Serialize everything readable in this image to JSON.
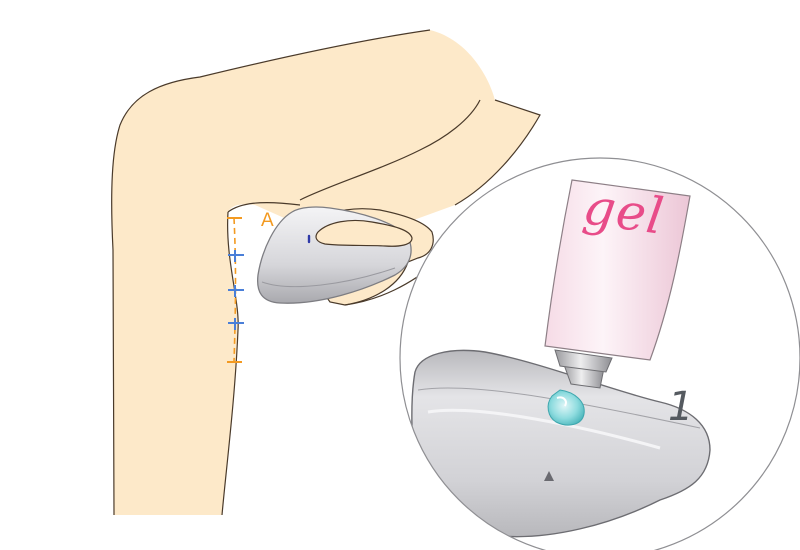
{
  "labels": {
    "marker": "A",
    "tube_text": "gel",
    "step": "1"
  },
  "icons": {
    "direction_arrow": "triangle-up-icon"
  },
  "colors": {
    "skin": "#FDE9C9",
    "outline": "#4A3A2A",
    "orange_marker": "#F39A21",
    "blue_marker": "#4A7FD8",
    "device_light": "#E4E4E6",
    "device_dark": "#9A9A9E",
    "gel_pink": "#E84C89",
    "gel": "#7DD6D9"
  }
}
